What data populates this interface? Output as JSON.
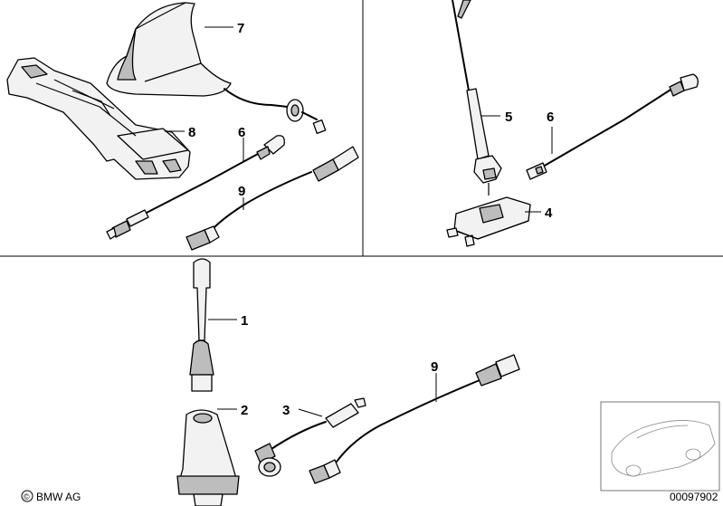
{
  "callouts": {
    "c7": "7",
    "c8": "8",
    "c6_left": "6",
    "c9_top": "9",
    "c5": "5",
    "c6_right": "6",
    "c4": "4",
    "c1": "1",
    "c2": "2",
    "c3": "3",
    "c9_bottom": "9"
  },
  "footer": {
    "brand": "BMW AG",
    "copyright_symbol": "©",
    "diagram_number": "00097902"
  },
  "icons": [
    "copyright-icon",
    "vehicle-thumbnail"
  ]
}
